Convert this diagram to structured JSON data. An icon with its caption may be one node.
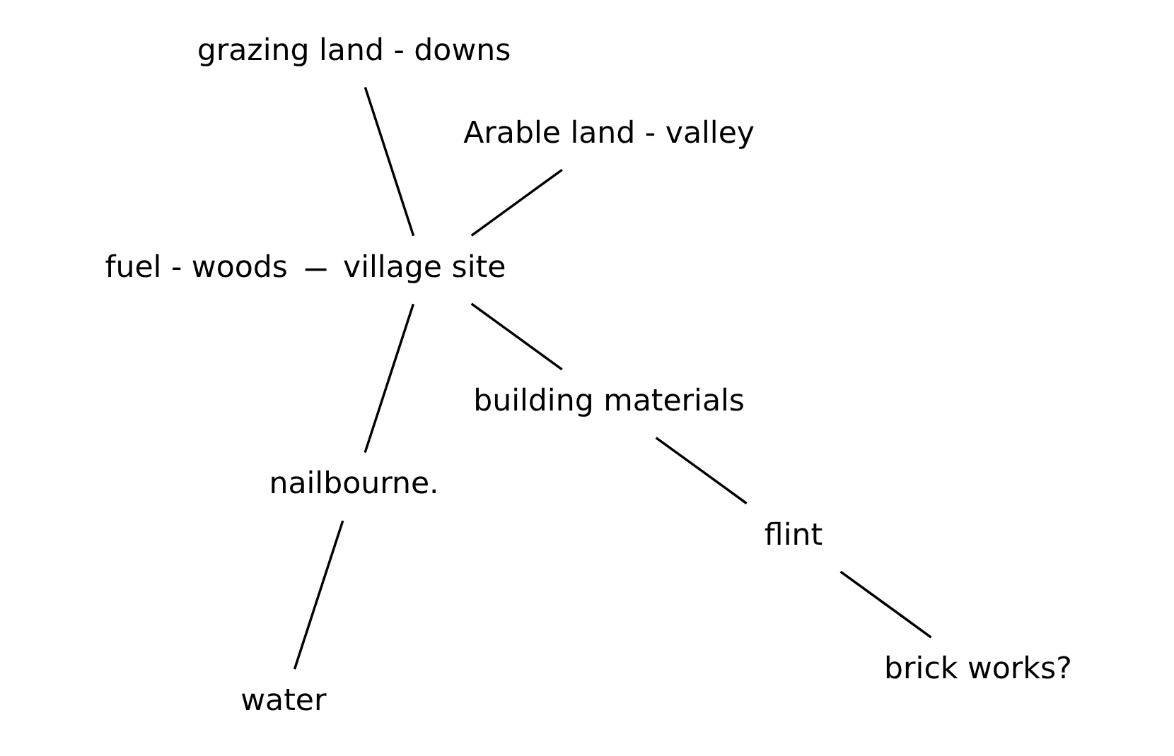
{
  "diagram": {
    "nodes": [
      {
        "text": [
          "village site"
        ]
      },
      {
        "text": [
          "Arable land - valley"
        ]
      },
      {
        "text": [
          "water"
        ]
      },
      {
        "text": [
          "nailbourne."
        ]
      },
      {
        "text": [
          "grazing land - downs"
        ]
      },
      {
        "text": [
          "fuel - woods"
        ]
      },
      {
        "text": [
          "building materials"
        ]
      },
      {
        "text": [
          "flint"
        ]
      },
      {
        "text": [
          "brick works?"
        ]
      }
    ],
    "edges": [
      {
        "from": 0,
        "to": 1,
        "arrow": "none"
      },
      {
        "from": 2,
        "to": 3,
        "arrow": "none"
      },
      {
        "from": 3,
        "to": 0,
        "arrow": "none"
      },
      {
        "from": 0,
        "to": 4,
        "arrow": "none"
      },
      {
        "from": 0,
        "to": 5,
        "arrow": "none"
      },
      {
        "from": 6,
        "to": 0,
        "arrow": "none"
      },
      {
        "from": 6,
        "to": 7,
        "arrow": "none"
      },
      {
        "from": 7,
        "to": 8,
        "arrow": "none"
      }
    ]
  }
}
